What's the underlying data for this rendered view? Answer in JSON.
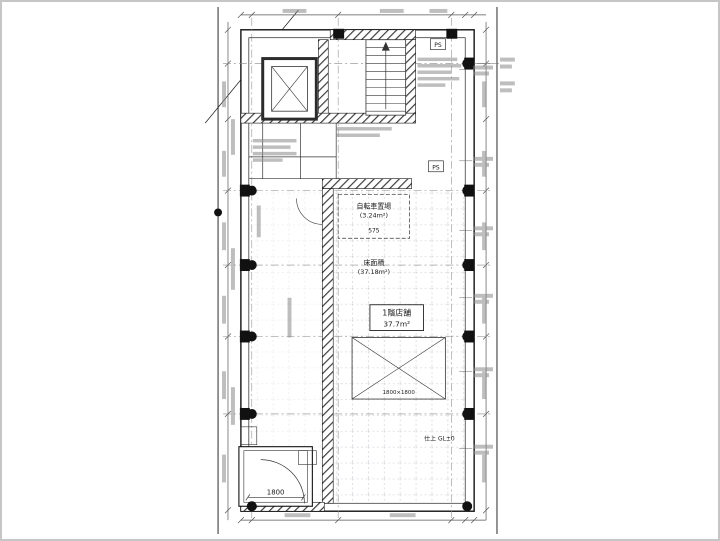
{
  "colors": {
    "paper": "#ffffff",
    "ink": "#1a1a1a",
    "frame_border": "#c6c6c6"
  },
  "labels": {
    "store_line1": "1階店舗",
    "store_line2": "37.7m²",
    "area_line1": "床面積",
    "area_line2": "(37.18m²)",
    "bicycle_line1": "自転車置場",
    "bicycle_line2": "(3.24m²)",
    "level_575": "575",
    "garage_dim": "1800",
    "skylight_dim": "1800×1800",
    "finish_level": "仕上 GL±0",
    "ps_top": "PS",
    "ps_mid": "PS"
  }
}
